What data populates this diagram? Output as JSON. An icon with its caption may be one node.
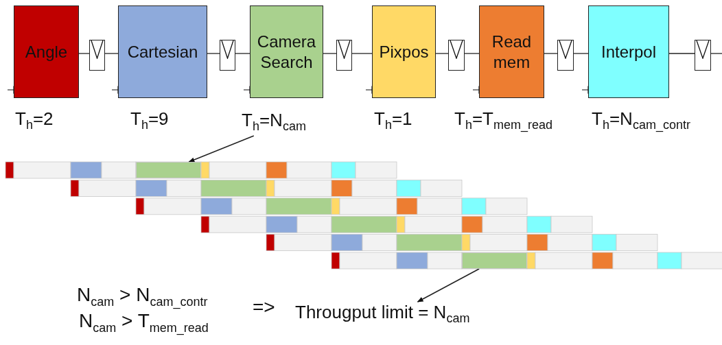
{
  "diagram": {
    "nodes": [
      {
        "text": [
          "Angle"
        ],
        "beside": [
          "T$_{h}$=2"
        ]
      },
      {
        "text": [],
        "shape": "box"
      },
      {
        "text": [
          "Cartesian"
        ],
        "beside": [
          "T$_{h}$=9"
        ]
      },
      {
        "text": [],
        "shape": "box"
      },
      {
        "text": [
          "Camera Search"
        ]
      },
      {
        "text": [],
        "shape": "box"
      },
      {
        "text": [
          "Pixpos"
        ],
        "beside": [
          "T$_{h}$=1"
        ]
      },
      {
        "text": [],
        "shape": "box"
      },
      {
        "text": [
          "Read mem"
        ],
        "beside": [
          "T$_{h}$=T$_{mem_read}$"
        ]
      },
      {
        "text": [],
        "shape": "box"
      },
      {
        "text": [
          "Interpol"
        ],
        "beside": [
          "T$_{h}$=N$_{cam_contr}$"
        ]
      },
      {
        "text": [],
        "shape": "box"
      },
      {
        "text": [
          "T$_{h}$=N$_{cam}$"
        ]
      },
      {
        "text": [],
        "shape": "bar"
      },
      {
        "text": [],
        "shape": "bar"
      },
      {
        "text": [
          "Througput limit = N$_{cam}$"
        ]
      }
    ],
    "edges": [
      {
        "from": 0,
        "to": 1,
        "arrow": "none"
      },
      {
        "from": 1,
        "to": 2,
        "arrow": "none"
      },
      {
        "from": 2,
        "to": 3,
        "arrow": "none"
      },
      {
        "from": 3,
        "to": 4,
        "arrow": "none"
      },
      {
        "from": 4,
        "to": 5,
        "arrow": "none"
      },
      {
        "from": 5,
        "to": 6,
        "arrow": "none"
      },
      {
        "from": 6,
        "to": 7,
        "arrow": "none"
      },
      {
        "from": 7,
        "to": 8,
        "arrow": "none"
      },
      {
        "from": 8,
        "to": 9,
        "arrow": "none"
      },
      {
        "from": 9,
        "to": 10,
        "arrow": "none"
      },
      {
        "from": 10,
        "to": 11,
        "arrow": "none"
      },
      {
        "from": 11,
        "to": null,
        "arrow": "none"
      },
      {
        "from": 12,
        "to": 13,
        "arrow": "to"
      },
      {
        "from": 14,
        "to": 15,
        "arrow": "to"
      }
    ],
    "labels": [
      "N$_{cam}$ > N$_{cam_contr}$",
      "N$_{cam}$ > T$_{mem_read}$",
      "=>"
    ]
  }
}
